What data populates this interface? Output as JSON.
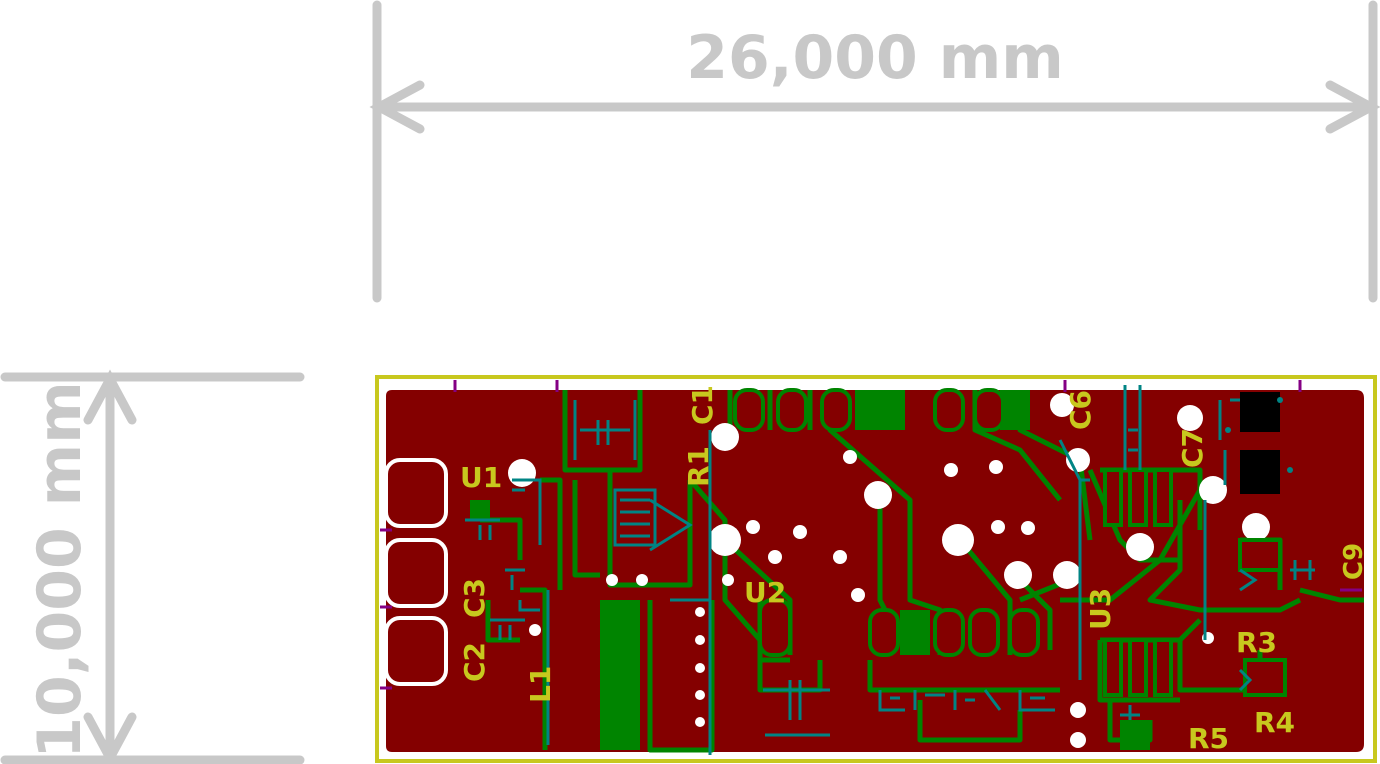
{
  "dimensions": {
    "width_label": "26,000 mm",
    "height_label": "10,000 mm"
  },
  "components": {
    "u1": "U1",
    "u2": "U2",
    "u3": "U3",
    "c1": "C1",
    "c2": "C2",
    "c3": "C3",
    "c6": "C6",
    "c7": "C7",
    "c9": "C9",
    "r1": "R1",
    "r3": "R3",
    "r4": "R4",
    "r5": "R5",
    "l1": "L1"
  },
  "colors": {
    "dimension": "#c8c8c8",
    "board_outline": "#c8c81e",
    "copper_fill": "#840000",
    "copper_trace": "#008400",
    "back_silk": "#008484",
    "pad": "#ffffff",
    "purple_mark": "#840084",
    "black_pad": "#000000"
  }
}
